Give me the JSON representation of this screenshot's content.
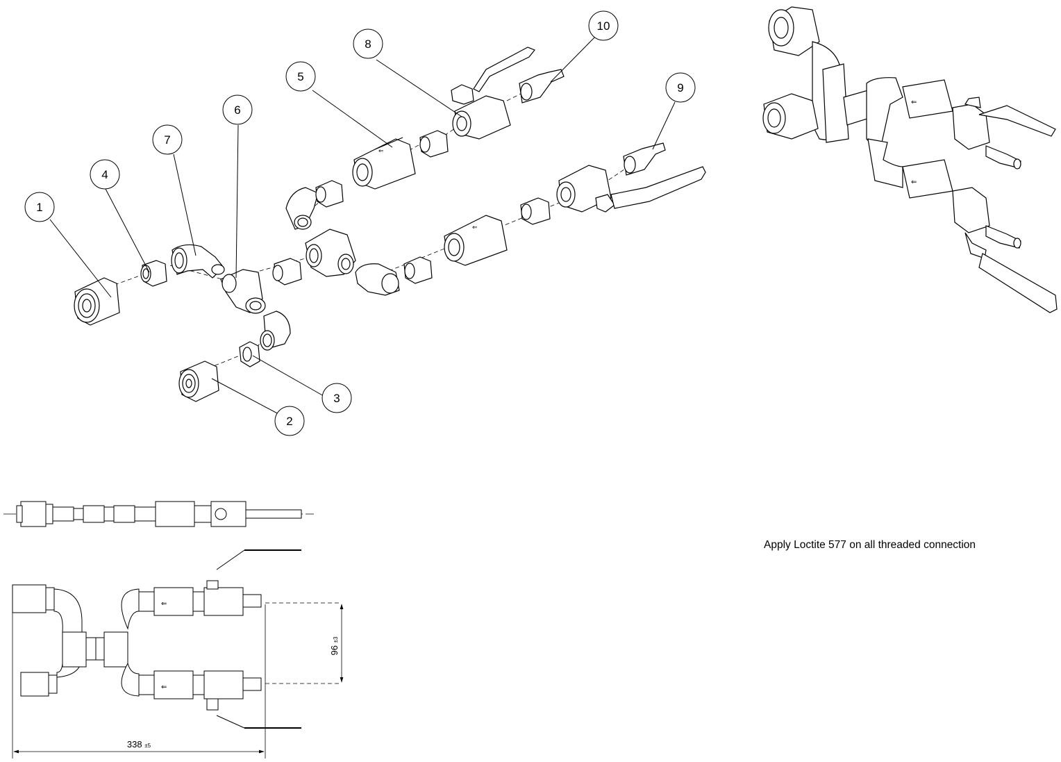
{
  "note": "Apply Loctite 577 on all threaded connection",
  "callouts": [
    {
      "label": "1"
    },
    {
      "label": "2"
    },
    {
      "label": "3"
    },
    {
      "label": "4"
    },
    {
      "label": "5"
    },
    {
      "label": "6"
    },
    {
      "label": "7"
    },
    {
      "label": "8"
    },
    {
      "label": "9"
    },
    {
      "label": "10"
    }
  ],
  "dimensions": {
    "height": {
      "value": "96",
      "tolerance": "±3"
    },
    "width": {
      "value": "338",
      "tolerance": "±5"
    }
  },
  "colors": {
    "line": "#000000",
    "background": "#ffffff",
    "fill": "#ffffff",
    "handle": "#333333"
  }
}
